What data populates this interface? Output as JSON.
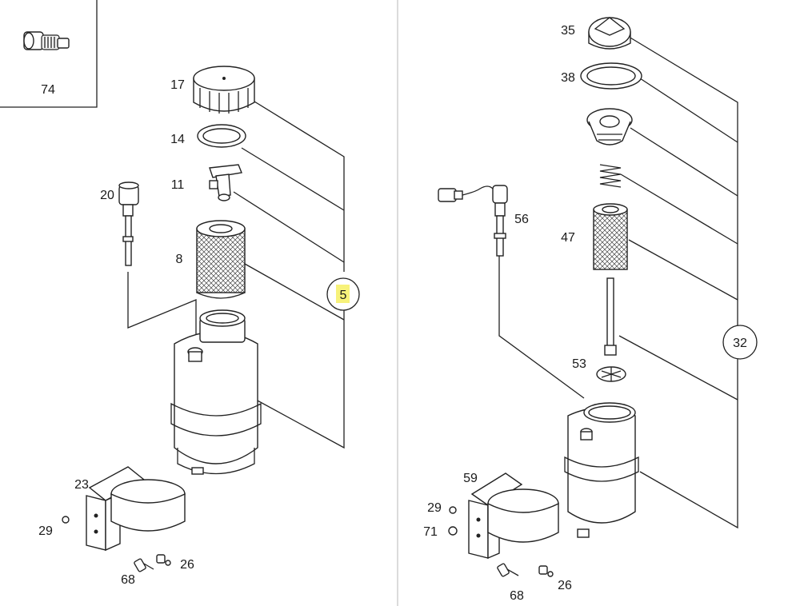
{
  "inset": {
    "part": "74"
  },
  "left_assembly": {
    "callout": "5",
    "callout_highlight": "#f7f27a",
    "parts": [
      "17",
      "14",
      "11",
      "20",
      "8",
      "23",
      "29",
      "26",
      "68"
    ]
  },
  "right_assembly": {
    "callout": "32",
    "parts": [
      "35",
      "38",
      "56",
      "47",
      "53",
      "59",
      "29",
      "71",
      "26",
      "68"
    ]
  }
}
